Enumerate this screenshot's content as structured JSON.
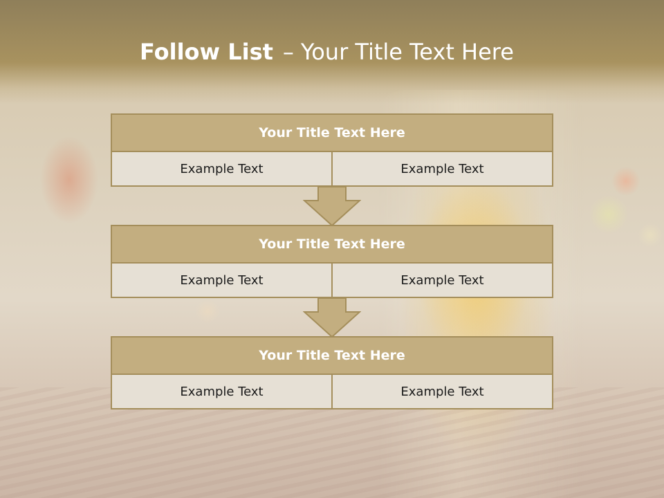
{
  "header": {
    "title_bold": "Follow List",
    "separator": "–",
    "title_rest": "Your Title Text Here"
  },
  "steps": [
    {
      "title": "Your Title Text Here",
      "left": "Example Text",
      "right": "Example Text"
    },
    {
      "title": "Your Title Text Here",
      "left": "Example Text",
      "right": "Example Text"
    },
    {
      "title": "Your Title Text Here",
      "left": "Example Text",
      "right": "Example Text"
    }
  ],
  "colors": {
    "header_fill": "#c3ae80",
    "border": "#a48e5b",
    "cell_fill": "#e6e0d5",
    "title_band": "#9c8a5e"
  },
  "icons": [
    "down-arrow-icon",
    "down-arrow-icon"
  ]
}
